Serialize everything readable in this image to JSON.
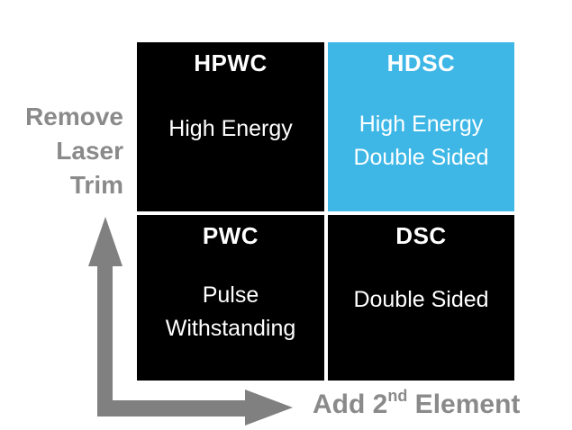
{
  "colors": {
    "accent_blue": "#3EB7E6",
    "cell_black": "#000000",
    "label_gray": "#8A8A8A",
    "arrow_gray": "#808080",
    "cell_text_white": "#FFFFFF",
    "background": "#FFFFFF"
  },
  "quadrants": [
    {
      "code": "HPWC",
      "title": "HPWC",
      "body_lines": [
        "High Energy"
      ],
      "bg": "#000000",
      "position": "top-left"
    },
    {
      "code": "HDSC",
      "title": "HDSC",
      "body_lines": [
        "High Energy",
        "Double Sided"
      ],
      "bg": "#3EB7E6",
      "position": "top-right"
    },
    {
      "code": "PWC",
      "title": "PWC",
      "body_lines": [
        "Pulse",
        "Withstanding"
      ],
      "bg": "#000000",
      "position": "bottom-left"
    },
    {
      "code": "DSC",
      "title": "DSC",
      "body_lines": [
        "Double Sided"
      ],
      "bg": "#000000",
      "position": "bottom-right"
    }
  ],
  "axes": {
    "y_label_lines": [
      "Remove",
      "Laser",
      "Trim"
    ],
    "x_label_prefix": "Add 2",
    "x_label_superscript": "nd",
    "x_label_suffix": " Element"
  }
}
